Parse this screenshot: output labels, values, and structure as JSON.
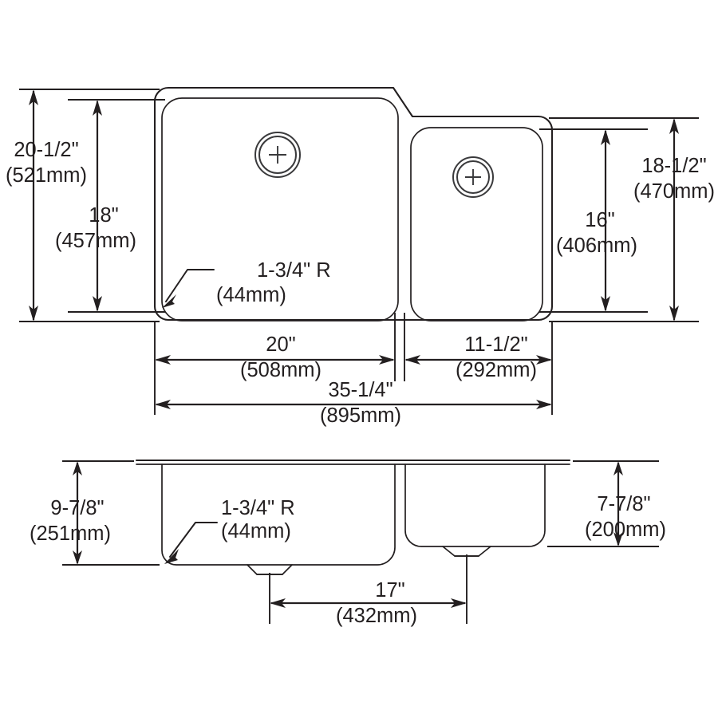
{
  "drawing": {
    "title": "Undermount Double-Bowl Sink Dimensional Drawing",
    "line_color": "#231f20",
    "background_color": "#ffffff",
    "views": {
      "top": "plan view",
      "section": "front section view"
    }
  },
  "dimensions": {
    "overall_depth": {
      "imperial": "20-1/2\"",
      "metric": "(521mm)",
      "position": "left-outer",
      "view": "top"
    },
    "left_bowl_depth": {
      "imperial": "18\"",
      "metric": "(457mm)",
      "position": "left-inner",
      "view": "top"
    },
    "right_overall_depth": {
      "imperial": "18-1/2\"",
      "metric": "(470mm)",
      "position": "right-outer",
      "view": "top"
    },
    "right_bowl_depth": {
      "imperial": "16\"",
      "metric": "(406mm)",
      "position": "right-inner",
      "view": "top"
    },
    "left_bowl_width": {
      "imperial": "20\"",
      "metric": "(508mm)",
      "position": "bottom-left",
      "view": "top"
    },
    "right_bowl_width": {
      "imperial": "11-1/2\"",
      "metric": "(292mm)",
      "position": "bottom-right",
      "view": "top"
    },
    "overall_width": {
      "imperial": "35-1/4\"",
      "metric": "(895mm)",
      "position": "bottom-full",
      "view": "top"
    },
    "left_bowl_height": {
      "imperial": "9-7/8\"",
      "metric": "(251mm)",
      "position": "left",
      "view": "section"
    },
    "right_bowl_height": {
      "imperial": "7-7/8\"",
      "metric": "(200mm)",
      "position": "right",
      "view": "section"
    },
    "drain_spacing": {
      "imperial": "17\"",
      "metric": "(432mm)",
      "position": "bottom",
      "view": "section"
    }
  },
  "callouts": {
    "corner_radius_top": {
      "imperial": "1-3/4\" R",
      "metric": "(44mm)",
      "view": "top",
      "points_to": "left-bowl-lower-left-corner"
    },
    "corner_radius_section": {
      "imperial": "1-3/4\" R",
      "metric": "(44mm)",
      "view": "section",
      "points_to": "left-bowl-lower-left-corner"
    }
  },
  "features": {
    "drain_left": {
      "name": "drain-left",
      "view": "top",
      "symbol": "concentric-circles-with-crosshair"
    },
    "drain_right": {
      "name": "drain-right",
      "view": "top",
      "symbol": "concentric-circles-with-crosshair"
    }
  }
}
